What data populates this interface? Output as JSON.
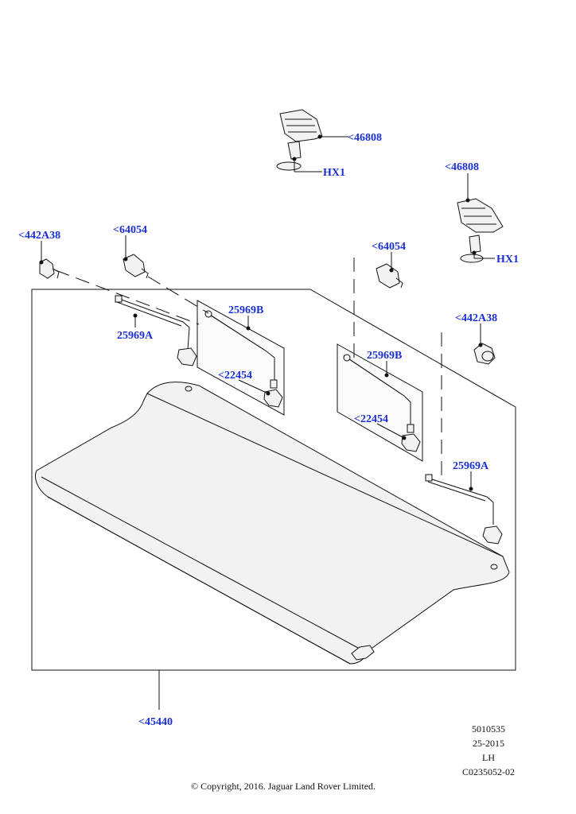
{
  "callouts": {
    "hook_top": "<46808",
    "hook_top_clip": "HX1",
    "hook_right": "<46808",
    "hook_right_clip": "HX1",
    "clip_left": "<442A38",
    "clip_right": "<442A38",
    "pivot_left": "<64054",
    "pivot_right": "<64054",
    "strap_left_b": "25969B",
    "strap_right_b": "25969B",
    "strap_left_a": "25969A",
    "strap_right_a": "25969A",
    "knob_left": "<22454",
    "knob_right": "<22454",
    "shelf": "<45440"
  },
  "meta": {
    "doc_number": "5010535",
    "code": "25-2015",
    "side": "LH",
    "ref": "C0235052-02",
    "copyright": "© Copyright, 2016. Jaguar Land Rover Limited."
  },
  "colors": {
    "callout": "#1a2fd6",
    "line": "#111111",
    "fill": "#f2f2f2"
  }
}
